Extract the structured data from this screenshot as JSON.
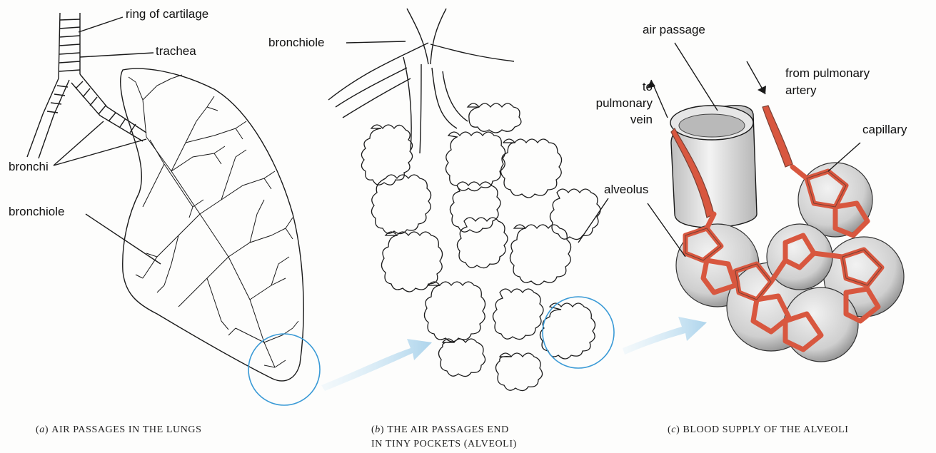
{
  "panels": {
    "a": {
      "labels": {
        "ring_of_cartilage": "ring of cartilage",
        "trachea": "trachea",
        "bronchi": "bronchi",
        "bronchiole": "bronchiole"
      },
      "caption_letter": "a",
      "caption_text": "AIR PASSAGES IN THE LUNGS"
    },
    "b": {
      "labels": {
        "bronchiole": "bronchiole",
        "alveolus": "alveolus"
      },
      "caption_letter": "b",
      "caption_line1": "THE AIR PASSAGES END",
      "caption_line2": "IN TINY POCKETS (ALVEOLI)"
    },
    "c": {
      "labels": {
        "air_passage": "air passage",
        "to_pulmonary_vein_1": "to",
        "to_pulmonary_vein_2": "pulmonary",
        "to_pulmonary_vein_3": "vein",
        "from_pulmonary_artery_1": "from pulmonary",
        "from_pulmonary_artery_2": "artery",
        "capillary": "capillary"
      },
      "caption_letter": "c",
      "caption_text": "BLOOD SUPPLY OF THE ALVEOLI"
    }
  },
  "colors": {
    "ink": "#1a1a1a",
    "magnifier_circle": "#3a9ad6",
    "arrow_blue": "#a9d3ec",
    "capillary_red": "#d8573f",
    "capillary_dark": "#7a4034",
    "alveoli_gray": "#c9c9c9"
  }
}
